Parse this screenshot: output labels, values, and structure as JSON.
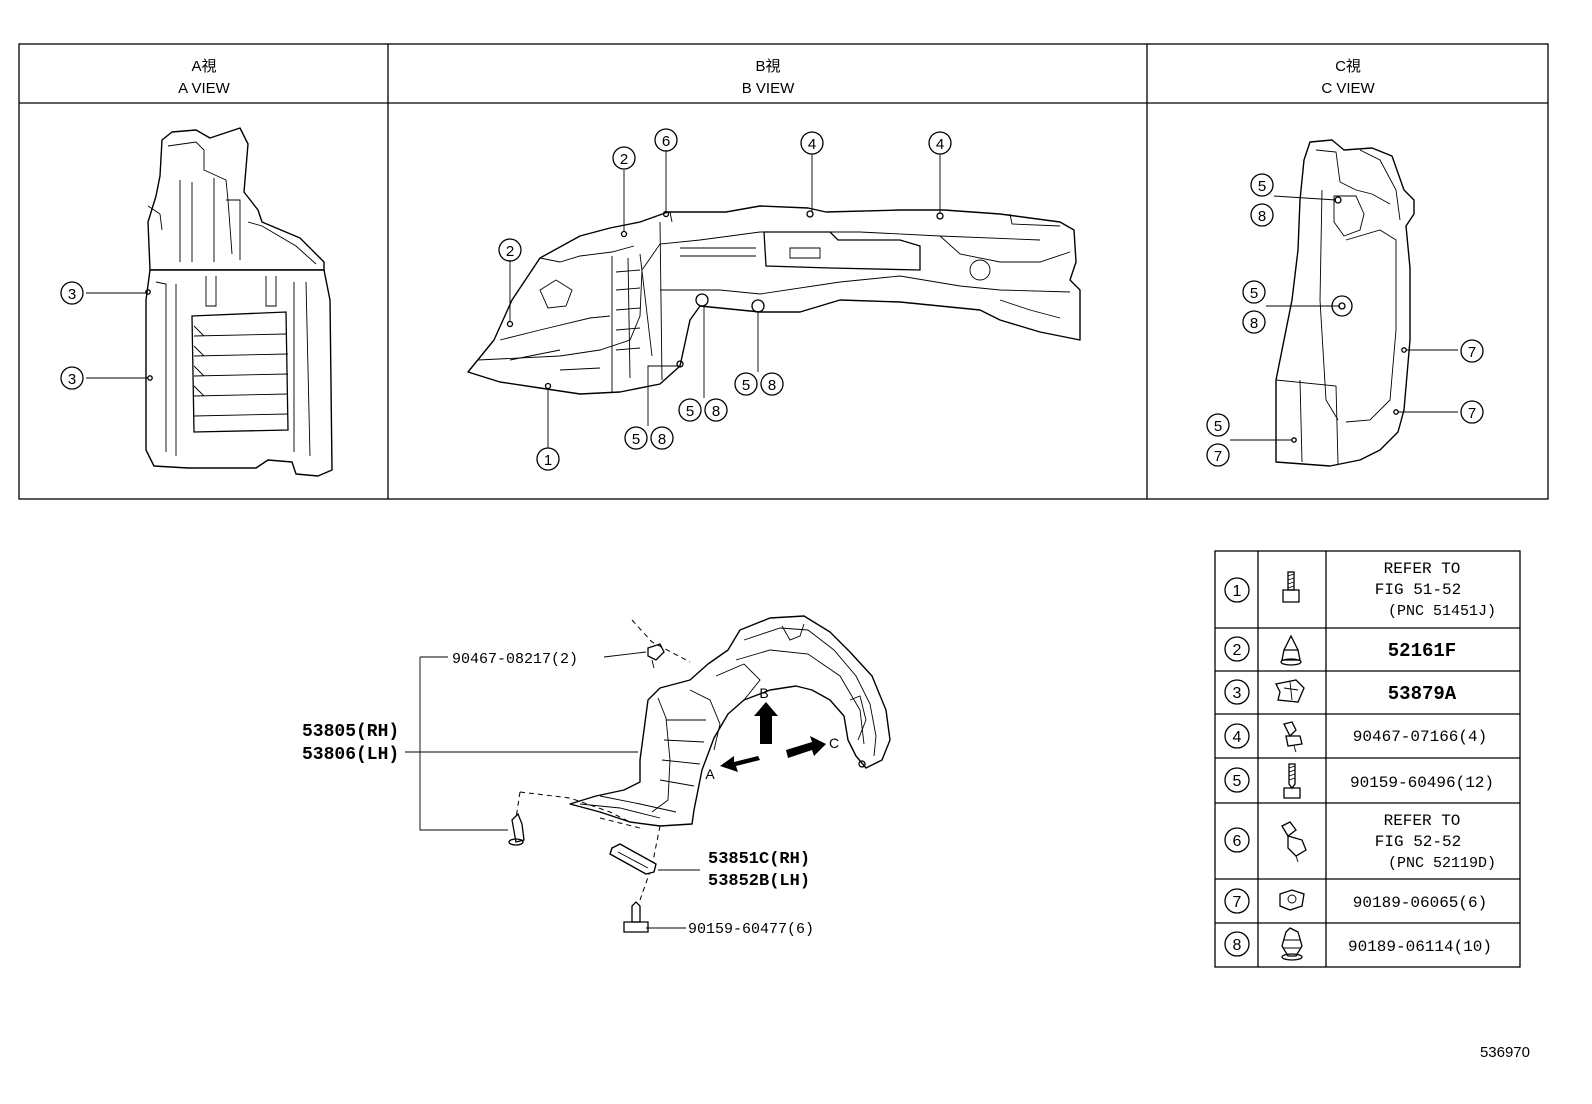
{
  "views": [
    {
      "title_jp": "A視",
      "title_en": "A VIEW"
    },
    {
      "title_jp": "B視",
      "title_en": "B VIEW"
    },
    {
      "title_jp": "C視",
      "title_en": "C VIEW"
    }
  ],
  "callouts": {
    "a": [
      "3",
      "3"
    ],
    "b": [
      "2",
      "2",
      "6",
      "4",
      "4",
      "1",
      "5",
      "8",
      "5",
      "8",
      "5",
      "8"
    ],
    "c": [
      "5",
      "8",
      "5",
      "8",
      "7",
      "7",
      "5",
      "7"
    ]
  },
  "main": {
    "parts": {
      "screw_top": "90467-08217(2)",
      "liner_rh": "53805(RH)",
      "liner_lh": "53806(LH)",
      "seal_rh": "53851C(RH)",
      "seal_lh": "53852B(LH)",
      "screw_bottom": "90159-60477(6)"
    },
    "arrows": {
      "a": "A",
      "b": "B",
      "c": "C"
    }
  },
  "legend": [
    {
      "num": "1",
      "icon": "bolt-icon",
      "lines": [
        "REFER TO",
        "FIG 51-52",
        "(PNC 51451J)"
      ]
    },
    {
      "num": "2",
      "icon": "push-clip-icon",
      "lines": [
        "52161F"
      ]
    },
    {
      "num": "3",
      "icon": "clip-icon",
      "lines": [
        "53879A"
      ]
    },
    {
      "num": "4",
      "icon": "rivet-icon",
      "lines": [
        "90467-07166(4)"
      ]
    },
    {
      "num": "5",
      "icon": "screw-icon",
      "lines": [
        "90159-60496(12)"
      ]
    },
    {
      "num": "6",
      "icon": "plug-icon",
      "lines": [
        "REFER TO",
        "FIG 52-52",
        "(PNC 52119D)"
      ]
    },
    {
      "num": "7",
      "icon": "nut-icon",
      "lines": [
        "90189-06065(6)"
      ]
    },
    {
      "num": "8",
      "icon": "grommet-icon",
      "lines": [
        "90189-06114(10)"
      ]
    }
  ],
  "diagram_id": "536970"
}
